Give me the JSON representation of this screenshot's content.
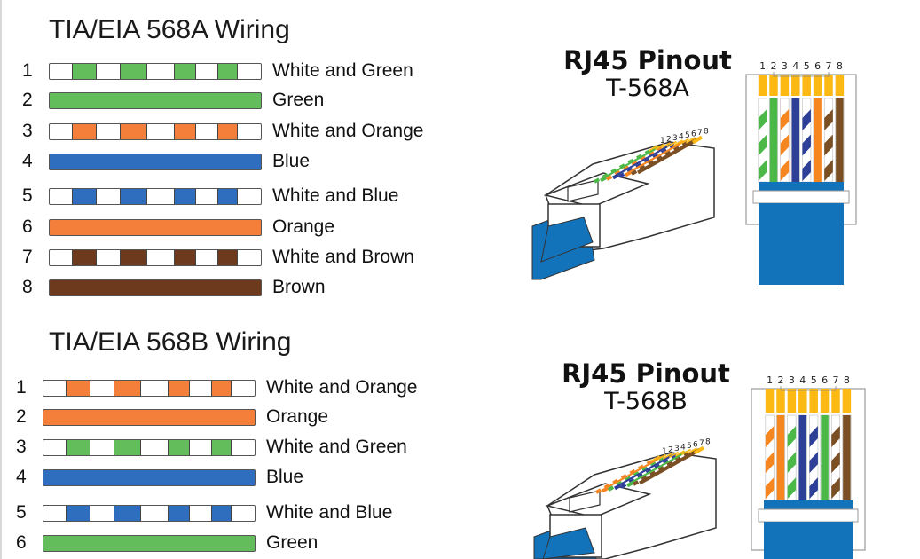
{
  "colors": {
    "green": "#62bd5a",
    "orange": "#f47f3a",
    "blue": "#2f6ebf",
    "brown": "#6e3a1e",
    "pin_green": "#4cb848",
    "pin_orange": "#f6861f",
    "pin_blue": "#2e3f98",
    "pin_brown": "#7b4f24",
    "gold": "#fdb913",
    "cable": "#1273bb"
  },
  "sections": [
    {
      "title": "TIA/EIA 568A Wiring",
      "rows": [
        {
          "num": "1",
          "label": "White and Green",
          "color": "green",
          "striped": true
        },
        {
          "num": "2",
          "label": "Green",
          "color": "green",
          "striped": false
        },
        {
          "num": "3",
          "label": "White and Orange",
          "color": "orange",
          "striped": true
        },
        {
          "num": "4",
          "label": "Blue",
          "color": "blue",
          "striped": false
        },
        {
          "num": "5",
          "label": "White and Blue",
          "color": "blue",
          "striped": true
        },
        {
          "num": "6",
          "label": "Orange",
          "color": "orange",
          "striped": false
        },
        {
          "num": "7",
          "label": "White and Brown",
          "color": "brown",
          "striped": true
        },
        {
          "num": "8",
          "label": "Brown",
          "color": "brown",
          "striped": false
        }
      ],
      "pinout": {
        "title": "RJ45 Pinout",
        "standard": "T-568A",
        "pins": [
          "1",
          "2",
          "3",
          "4",
          "5",
          "6",
          "7",
          "8"
        ],
        "wires": [
          {
            "c": "pin_green",
            "s": true
          },
          {
            "c": "pin_green",
            "s": false
          },
          {
            "c": "pin_orange",
            "s": true
          },
          {
            "c": "pin_blue",
            "s": false
          },
          {
            "c": "pin_blue",
            "s": true
          },
          {
            "c": "pin_orange",
            "s": false
          },
          {
            "c": "pin_brown",
            "s": true
          },
          {
            "c": "pin_brown",
            "s": false
          }
        ]
      }
    },
    {
      "title": "TIA/EIA 568B Wiring",
      "rows": [
        {
          "num": "1",
          "label": "White and Orange",
          "color": "orange",
          "striped": true
        },
        {
          "num": "2",
          "label": "Orange",
          "color": "orange",
          "striped": false
        },
        {
          "num": "3",
          "label": "White and Green",
          "color": "green",
          "striped": true
        },
        {
          "num": "4",
          "label": "Blue",
          "color": "blue",
          "striped": false
        },
        {
          "num": "5",
          "label": "White and Blue",
          "color": "blue",
          "striped": true
        },
        {
          "num": "6",
          "label": "Green",
          "color": "green",
          "striped": false
        }
      ],
      "pinout": {
        "title": "RJ45 Pinout",
        "standard": "T-568B",
        "pins": [
          "1",
          "2",
          "3",
          "4",
          "5",
          "6",
          "7",
          "8"
        ],
        "wires": [
          {
            "c": "pin_orange",
            "s": true
          },
          {
            "c": "pin_orange",
            "s": false
          },
          {
            "c": "pin_green",
            "s": true
          },
          {
            "c": "pin_blue",
            "s": false
          },
          {
            "c": "pin_blue",
            "s": true
          },
          {
            "c": "pin_green",
            "s": false
          },
          {
            "c": "pin_brown",
            "s": true
          },
          {
            "c": "pin_brown",
            "s": false
          }
        ]
      }
    }
  ]
}
